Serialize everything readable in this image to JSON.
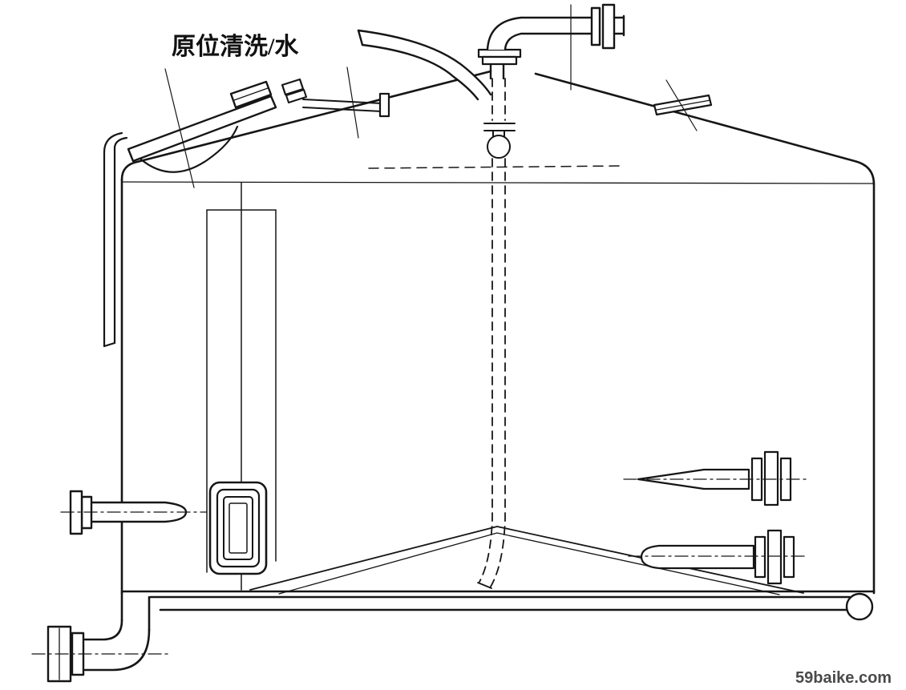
{
  "labels": {
    "cip": "原位清洗/水",
    "watermark": "59baike.com"
  },
  "colors": {
    "line": "#161616",
    "background": "#ffffff",
    "watermark": "#4a4a4a"
  },
  "components": [
    "tank-shell",
    "tank-roof",
    "cip-supply-pipe",
    "center-dip-pipe",
    "spray-ball",
    "top-elbow-flange",
    "manway-assembly",
    "left-down-pipe",
    "left-side-nozzle",
    "sight-glass-manhole",
    "bottom-cone",
    "bottom-rim",
    "bottom-outlet-flange",
    "roof-fitting",
    "right-thermowell-nozzle",
    "right-dip-nozzle"
  ]
}
